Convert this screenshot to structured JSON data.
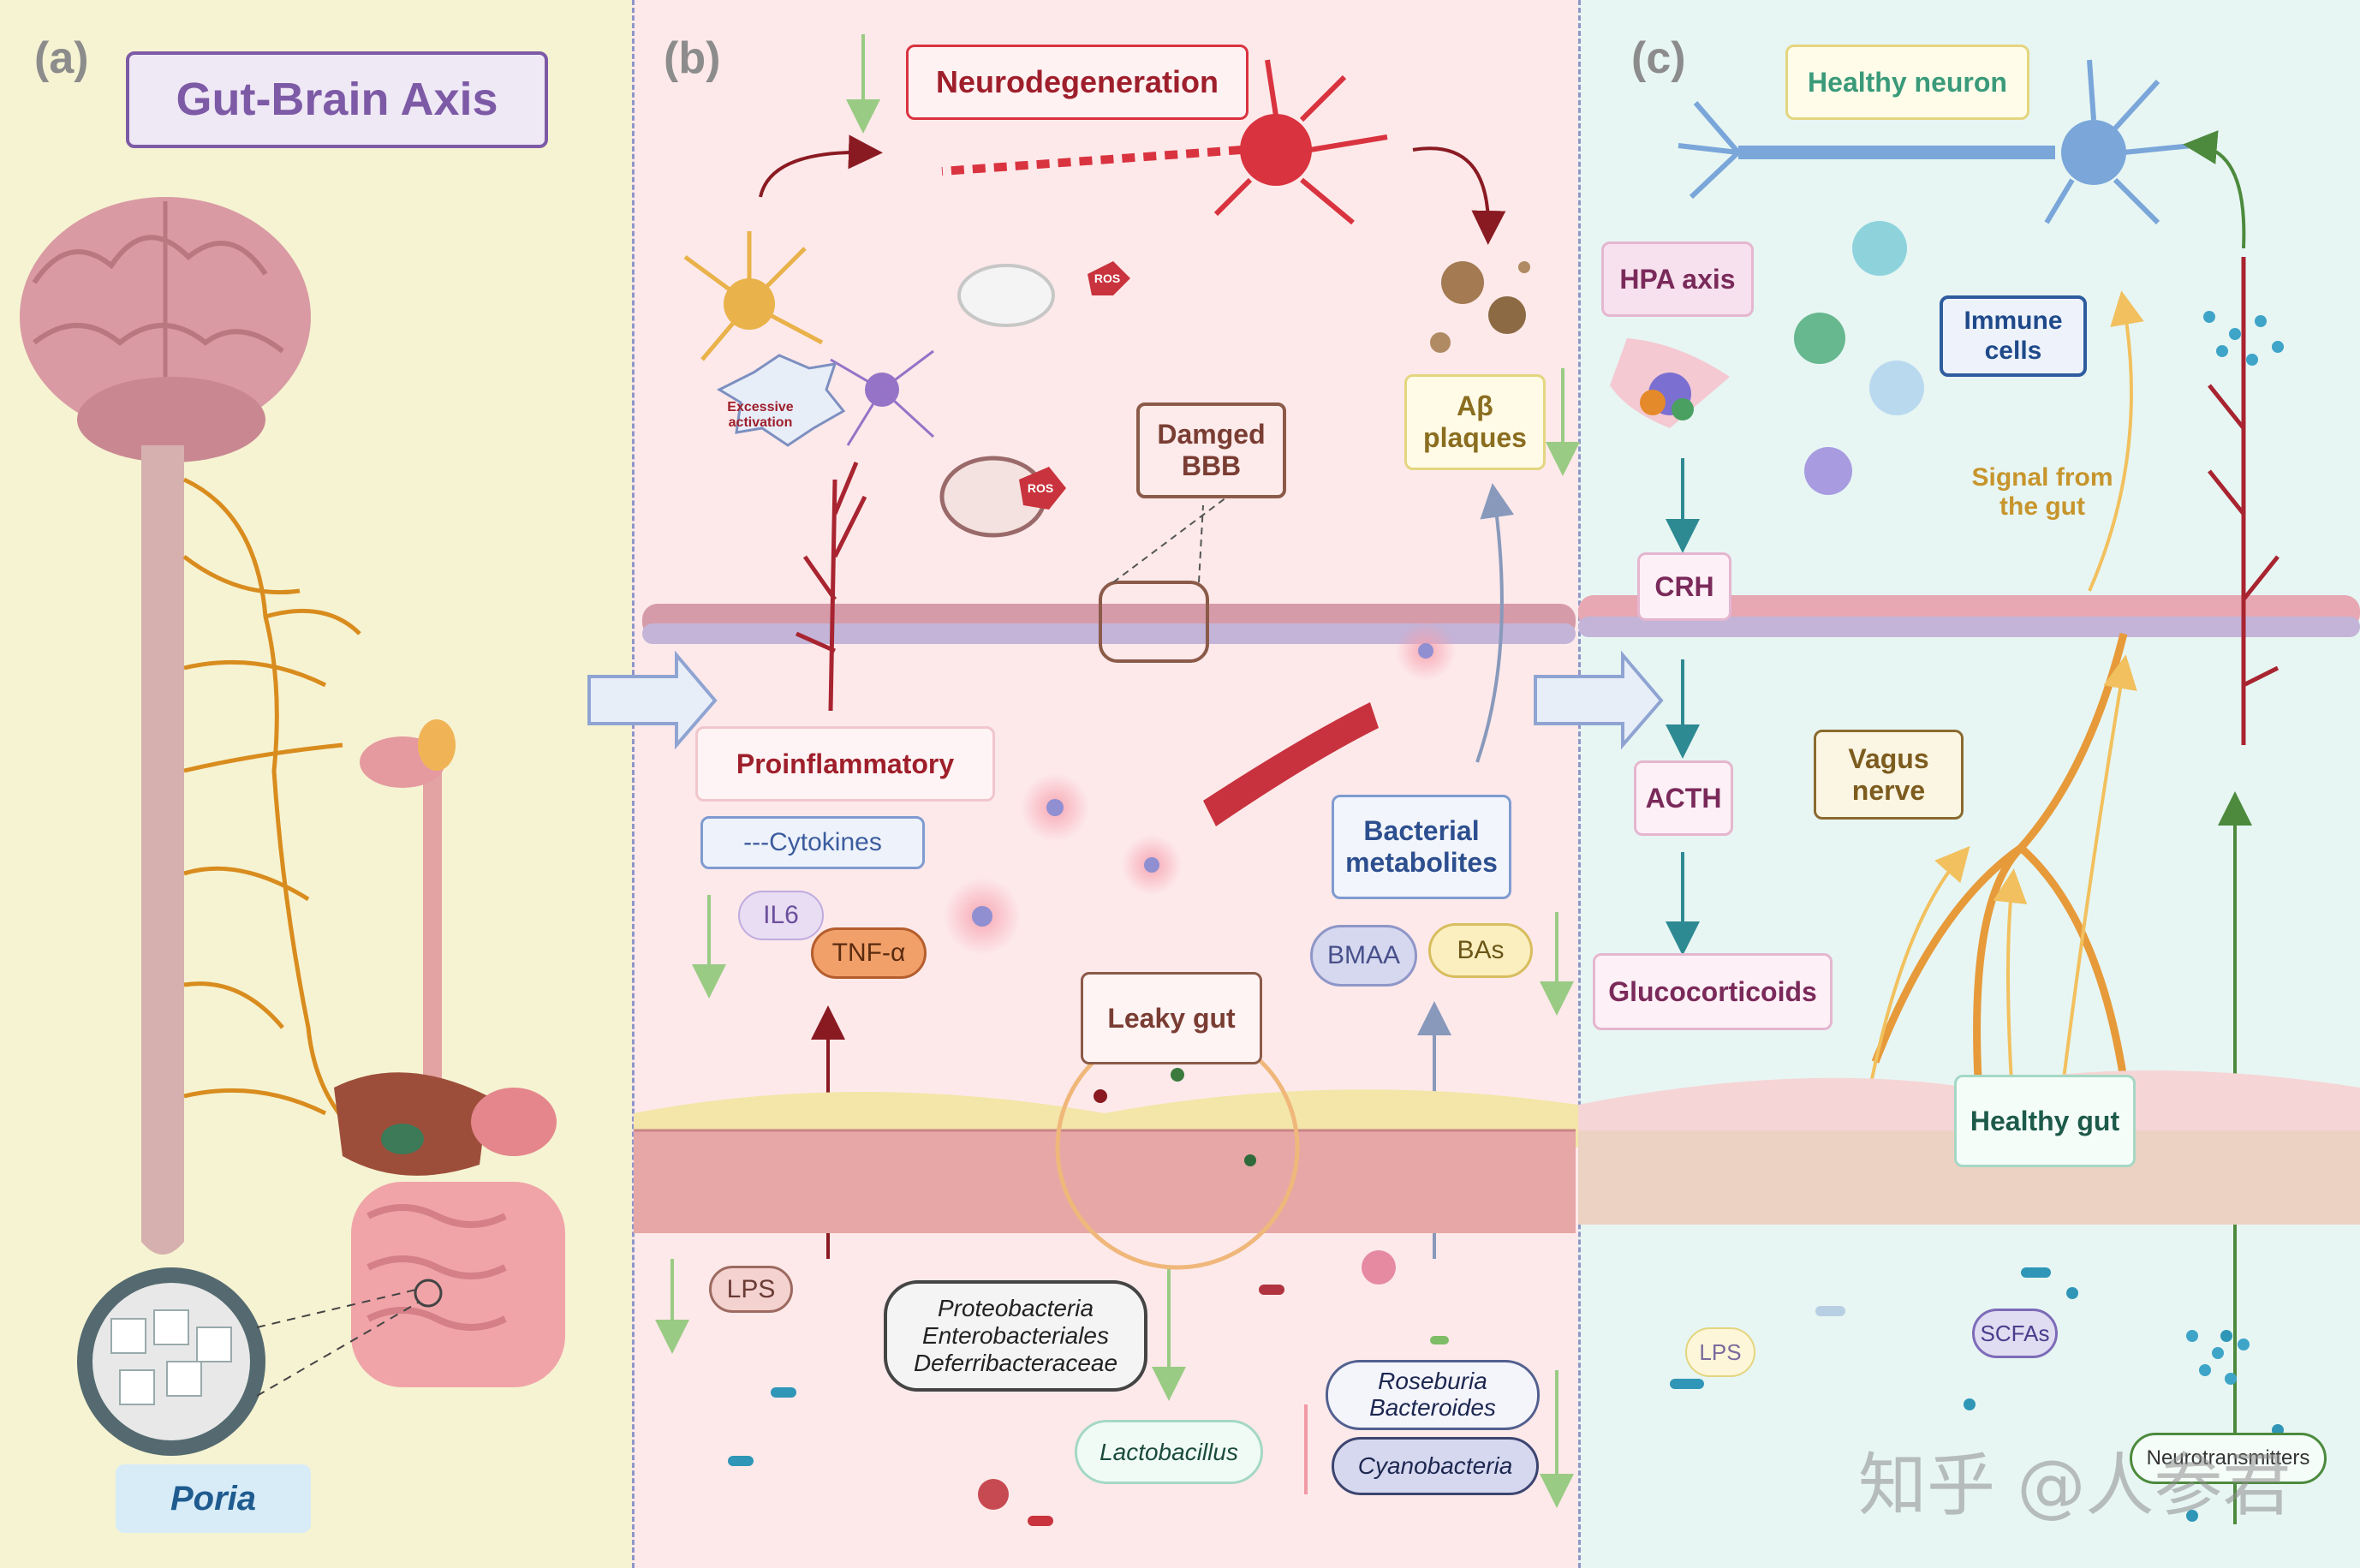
{
  "panels": {
    "a": {
      "label": "(a)",
      "title": "Gut-Brain Axis",
      "poria": "Poria"
    },
    "b": {
      "label": "(b)",
      "neurodegeneration": "Neurodegeneration",
      "excessive_activation": "Excessive activation",
      "ros": "ROS",
      "damaged_bbb": "Damged BBB",
      "abeta_plaques": "Aβ plaques",
      "proinflammatory": "Proinflammatory",
      "cytokines": "---Cytokines",
      "il6": "IL6",
      "tnf": "TNF-α",
      "bacterial_metabolites": "Bacterial metabolites",
      "bmaa": "BMAA",
      "bas": "BAs",
      "leaky_gut": "Leaky gut",
      "lps": "LPS",
      "proteobacteria": "Proteobacteria\nEnterobacteriales\nDeferribacteraceae",
      "lactobacillus": "Lactobacillus",
      "roseburia": "Roseburia\nBacteroides",
      "cyanobacteria": "Cyanobacteria"
    },
    "c": {
      "label": "(c)",
      "healthy_neuron": "Healthy neuron",
      "hpa_axis": "HPA axis",
      "immune_cells": "Immune cells",
      "signal_from_gut": "Signal from the gut",
      "crh": "CRH",
      "acth": "ACTH",
      "vagus_nerve": "Vagus nerve",
      "glucocorticoids": "Glucocorticoids",
      "healthy_gut": "Healthy gut",
      "lps": "LPS",
      "scfas": "SCFAs",
      "neurotransmitters": "Neurotransmitters",
      "watermark": "知乎 @人参君"
    }
  },
  "colors": {
    "panel_a_bg": "#f6f3d2",
    "panel_b_bg": "#fde9ea",
    "panel_c_bg": "#e7f6f3",
    "title_box": "#7d5aa6",
    "neuro_red": "#d9333f",
    "brain_pink": "#d99aa3",
    "nerve_orange": "#d98c1e",
    "teal_arrow": "#2e8a92"
  }
}
